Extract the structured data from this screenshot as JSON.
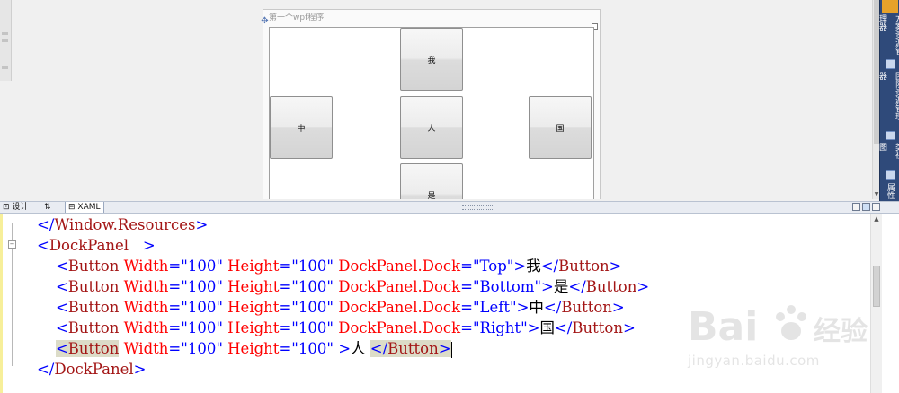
{
  "designer": {
    "window_title": "第一个wpf程序",
    "buttons": {
      "top": "我",
      "left": "中",
      "center": "人",
      "right": "国",
      "bottom": "是"
    }
  },
  "tool_strip": {
    "tabs": [
      "方案资源管理器",
      "团队资源管理器",
      "类视图",
      "属性"
    ]
  },
  "split_bar": {
    "design_tab": "设计",
    "swap_tab": "⇅",
    "xaml_tab": "XAML"
  },
  "editor": {
    "line1": {
      "bracket_open": "</",
      "element": "Window.Resources",
      "bracket_close": ">"
    },
    "line2": {
      "bracket_open": "<",
      "element": "DockPanel",
      "spacer": "   ",
      "bracket_close": ">"
    },
    "line3": {
      "element": "Button",
      "attr_w": "Width",
      "val_w": "\"100\"",
      "attr_h": "Height",
      "val_h": "\"100\"",
      "attr_dock": "DockPanel.Dock",
      "val_dock": "\"Top\"",
      "content": "我",
      "close_element": "Button"
    },
    "line4": {
      "element": "Button",
      "attr_w": "Width",
      "val_w": "\"100\"",
      "attr_h": "Height",
      "val_h": "\"100\"",
      "attr_dock": "DockPanel.Dock",
      "val_dock": "\"Bottom\"",
      "content": "是",
      "close_element": "Button"
    },
    "line5": {
      "element": "Button",
      "attr_w": "Width",
      "val_w": "\"100\"",
      "attr_h": "Height",
      "val_h": "\"100\"",
      "attr_dock": "DockPanel.Dock",
      "val_dock": "\"Left\"",
      "content": "中",
      "close_element": "Button"
    },
    "line6": {
      "element": "Button",
      "attr_w": "Width",
      "val_w": "\"100\"",
      "attr_h": "Height",
      "val_h": "\"100\"",
      "attr_dock": "DockPanel.Dock",
      "val_dock": "\"Right\"",
      "content": "国",
      "close_element": "Button"
    },
    "line7": {
      "element": "Button",
      "attr_w": "Width",
      "val_w": "\"100\"",
      "attr_h": "Height",
      "val_h": "\"100\"",
      "content": "人 ",
      "close_element": "Button"
    },
    "line8": {
      "bracket_open": "</",
      "element": "DockPanel",
      "bracket_close": ">"
    }
  },
  "watermark": {
    "brand": "Bai du 经验",
    "url": "jingyan.baidu.com"
  },
  "colors": {
    "tag_bracket": "#0000ff",
    "element_name": "#a31515",
    "attribute": "#ff0000",
    "tool_strip_bg": "#2f4a7a"
  }
}
